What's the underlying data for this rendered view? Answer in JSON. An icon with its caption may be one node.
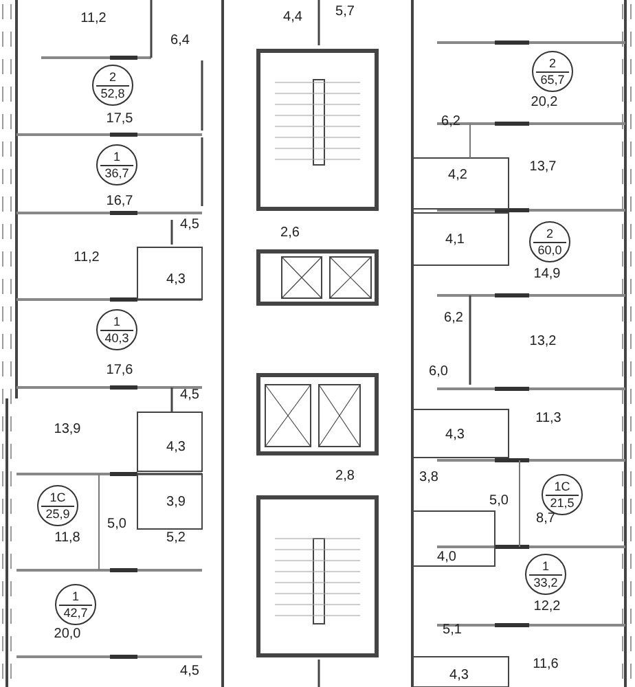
{
  "diagram": {
    "nodes": [
      {
        "text": [
          "2",
          "65,7"
        ]
      },
      {
        "text": [
          "2",
          "52,8"
        ]
      },
      {
        "text": [
          "1",
          "36,7"
        ]
      },
      {
        "text": [
          "2",
          "60,0"
        ]
      },
      {
        "text": [
          "1",
          "40,3"
        ]
      },
      {
        "text": [
          "1С",
          "21,5"
        ]
      },
      {
        "text": [
          "1С",
          "25,9"
        ]
      },
      {
        "text": [
          "1",
          "33,2"
        ]
      },
      {
        "text": [
          "1",
          "42,7"
        ]
      }
    ],
    "labels": [
      "5,7",
      "4,4",
      "11,2",
      "6,4",
      "20,2",
      "17,5",
      "6,2",
      "13,7",
      "4,2",
      "16,7",
      "4,5",
      "2,6",
      "4,1",
      "11,2",
      "14,9",
      "4,3",
      "6,2",
      "13,2",
      "17,6",
      "6,0",
      "4,5",
      "11,3",
      "13,9",
      "4,3",
      "4,3",
      "2,8",
      "3,8",
      "5,0",
      "3,9",
      "8,7",
      "5,0",
      "11,8",
      "5,2",
      "4,0",
      "12,2",
      "5,1",
      "20,0",
      "11,6",
      "4,5",
      "4,3"
    ]
  }
}
